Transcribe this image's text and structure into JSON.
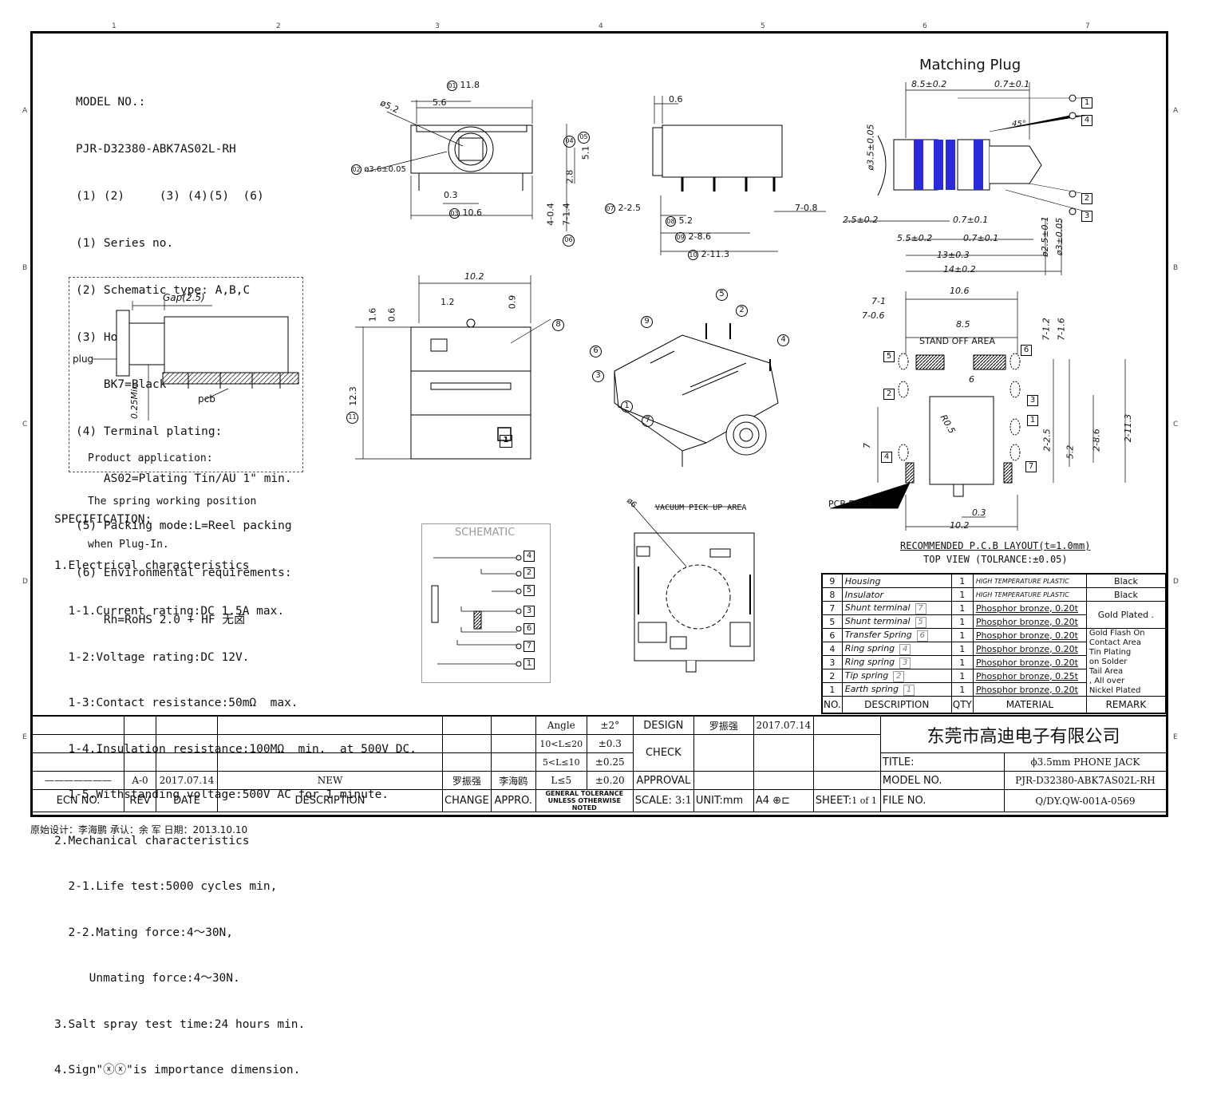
{
  "zones": {
    "cols": [
      "1",
      "2",
      "3",
      "4",
      "5",
      "6",
      "7"
    ],
    "rows": [
      "A",
      "B",
      "C",
      "D",
      "E"
    ]
  },
  "model": {
    "lines": [
      "MODEL NO.:",
      "PJR-D32380-ABK7AS02L-RH",
      "(1) (2)     (3) (4)(5)  (6)",
      "(1) Series no.",
      "(2) Schematic type: A,B,C",
      "(3) Housing color:",
      "    BK7=Black",
      "(4) Terminal plating:",
      "    AS02=Plating Tin/AU 1\" min.",
      "(5) Packing mode:L=Reel packing",
      "(6) Environmental requirements:",
      "    Rh=RoHS 2.0 + HF 无卤"
    ]
  },
  "application": {
    "gap_label": "Gap(2.5)",
    "plug_label": "plug",
    "pcb_label": "pcb",
    "min_label": "0.25Min",
    "lines": [
      "Product application:",
      "The spring working position",
      "when Plug-In."
    ]
  },
  "specification": {
    "lines": [
      "SPECIFICATION:",
      "1.Electrical characteristics",
      "  1-1.Current rating:DC 1.5A max.",
      "  1-2:Voltage rating:DC 12V.",
      "  1-3:Contact resistance:50mΩ  max.",
      "  1-4.Insulation resistance:100MΩ  min.  at 500V DC.",
      "  1-5.Withstanding voltage:500V AC for 1 minute.",
      "2.Mechanical characteristics",
      "  2-1.Life test:5000 cycles min,",
      "  2-2.Mating force:4～30N,",
      "     Unmating force:4～30N.",
      "3.Salt spray test time:24 hours min.",
      "4.Sign\"ⓧⓧ\"is importance dimension."
    ]
  },
  "schematic": {
    "title": "SCHEMATIC",
    "pins": [
      "4",
      "2",
      "5",
      "3",
      "6",
      "7",
      "1"
    ]
  },
  "front_view": {
    "dims": [
      "11.8",
      "5.6",
      "ø5.2",
      "ø3.6±0.05",
      "0.3",
      "10.6",
      "2.8",
      "5.1",
      "4-0.4",
      "7-1.4"
    ],
    "balloons": [
      "01",
      "02",
      "03",
      "04",
      "05",
      "06"
    ]
  },
  "side_view": {
    "dims": [
      "0.6",
      "2-2.5",
      "5.2",
      "2-8.6",
      "2-11.3",
      "7-0.8"
    ],
    "balloons": [
      "07",
      "08",
      "09",
      "10"
    ]
  },
  "top_view": {
    "dims": [
      "10.2",
      "1.2",
      "0.9",
      "1.6",
      "0.6",
      "12.3"
    ],
    "balloons": [
      "11"
    ],
    "pin_tag": "1",
    "callout": "8"
  },
  "iso_callouts": [
    "5",
    "2",
    "9",
    "6",
    "3",
    "1",
    "4",
    "7"
  ],
  "vacuum": {
    "label": "VACUUM PICK UP AREA",
    "dim": "ø6"
  },
  "plug": {
    "title": "Matching Plug",
    "dims": [
      "8.5±0.2",
      "0.7±0.1",
      "45°",
      "ø3.5±0.05",
      "2.5±0.2",
      "0.7±0.1",
      "5.5±0.2",
      "0.7±0.1",
      "13±0.3",
      "14±0.2",
      "ø2.5±0.1",
      "ø3±0.05"
    ],
    "tags": [
      "1",
      "4",
      "2",
      "3"
    ]
  },
  "pcb_layout": {
    "dims": [
      "10.6",
      "7-1",
      "7-0.6",
      "8.5",
      "7-1.2",
      "7-1.6",
      "6",
      "R0.5",
      "2-2.5",
      "5.2",
      "2-8.6",
      "2-11.3",
      "7",
      "0.3",
      "10.2"
    ],
    "stand_off": "STAND OFF AREA",
    "pcb_edge": "PCB EDGE",
    "pin_tags": [
      "5",
      "6",
      "2",
      "3",
      "1",
      "4",
      "7"
    ],
    "caption1": "RECOMMENDED P.C.B LAYOUT(t=1.0mm)",
    "caption2": "TOP VIEW (TOLRANCE:±0.05)"
  },
  "bom": {
    "headers": [
      "NO.",
      "DESCRIPTION",
      "QTY",
      "MATERIAL",
      "REMARK"
    ],
    "rows": [
      {
        "no": "9",
        "desc": "Housing",
        "tag": "",
        "qty": "1",
        "mat": "HIGH TEMPERATURE PLASTIC",
        "remark": "Black"
      },
      {
        "no": "8",
        "desc": "Insulator",
        "tag": "",
        "qty": "1",
        "mat": "HIGH TEMPERATURE PLASTIC",
        "remark": "Black"
      },
      {
        "no": "7",
        "desc": "Shunt terminal",
        "tag": "7",
        "qty": "1",
        "mat": "Phosphor bronze, 0.20t",
        "remark": ""
      },
      {
        "no": "5",
        "desc": "Shunt terminal",
        "tag": "5",
        "qty": "1",
        "mat": "Phosphor bronze, 0.20t",
        "remark": ""
      },
      {
        "no": "6",
        "desc": "Transfer Spring",
        "tag": "6",
        "qty": "1",
        "mat": "Phosphor bronze, 0.20t",
        "remark": ""
      },
      {
        "no": "4",
        "desc": "Ring spring",
        "tag": "4",
        "qty": "1",
        "mat": "Phosphor bronze, 0.20t",
        "remark": ""
      },
      {
        "no": "3",
        "desc": "Ring spring",
        "tag": "3",
        "qty": "1",
        "mat": "Phosphor bronze, 0.20t",
        "remark": ""
      },
      {
        "no": "2",
        "desc": "Tip spring",
        "tag": "2",
        "qty": "1",
        "mat": "Phosphor bronze, 0.25t",
        "remark": ""
      },
      {
        "no": "1",
        "desc": "Earth spring",
        "tag": "1",
        "qty": "1",
        "mat": "Phosphor bronze, 0.20t",
        "remark": ""
      }
    ],
    "remark_gold": "Gold Plated .",
    "remark_finish": [
      "Gold Flash On",
      "Contact Area",
      "Tin Plating",
      "on Solder",
      "Tail Area",
      ", All over",
      "Nickel Plated"
    ]
  },
  "title_block": {
    "tolerance": [
      [
        "Angle",
        "±2°"
      ],
      [
        "10<L≤20",
        "±0.3"
      ],
      [
        "5<L≤10",
        "±0.25"
      ],
      [
        "L≤5",
        "±0.20"
      ]
    ],
    "general_tol": "GENERAL TOLERANCE UNLESS OTHERWISE NOTED",
    "design": "DESIGN",
    "designer": "罗振强",
    "design_date": "2017.07.14",
    "check": "CHECK",
    "approval": "APPROVAL",
    "scale_label": "SCALE:",
    "scale": "3:1",
    "unit_label": "UNIT:",
    "unit": "mm",
    "paper": "A4",
    "sheet_label": "SHEET:",
    "sheet": "1 of 1",
    "company": "东莞市高迪电子有限公司",
    "title_label": "TITLE:",
    "title": "ϕ3.5mm PHONE JACK",
    "model_label": "MODEL NO.",
    "model": "PJR-D32380-ABK7AS02L-RH",
    "file_label": "FILE NO.",
    "file": "Q/DY.QW-001A-0569",
    "revision": {
      "ecn": "———————",
      "rev": "A-0",
      "date": "2017.07.14",
      "desc": "NEW",
      "change": "罗振强",
      "appro": "李海鸥"
    },
    "headers": {
      "ecn": "ECN NO.",
      "rev": "REV",
      "date": "DATE",
      "desc": "DESCRIPTION",
      "change": "CHANGE",
      "appro": "APPRO."
    }
  },
  "footer": "原始设计：李海鹏   承认：余 军   日期：2013.10.10"
}
